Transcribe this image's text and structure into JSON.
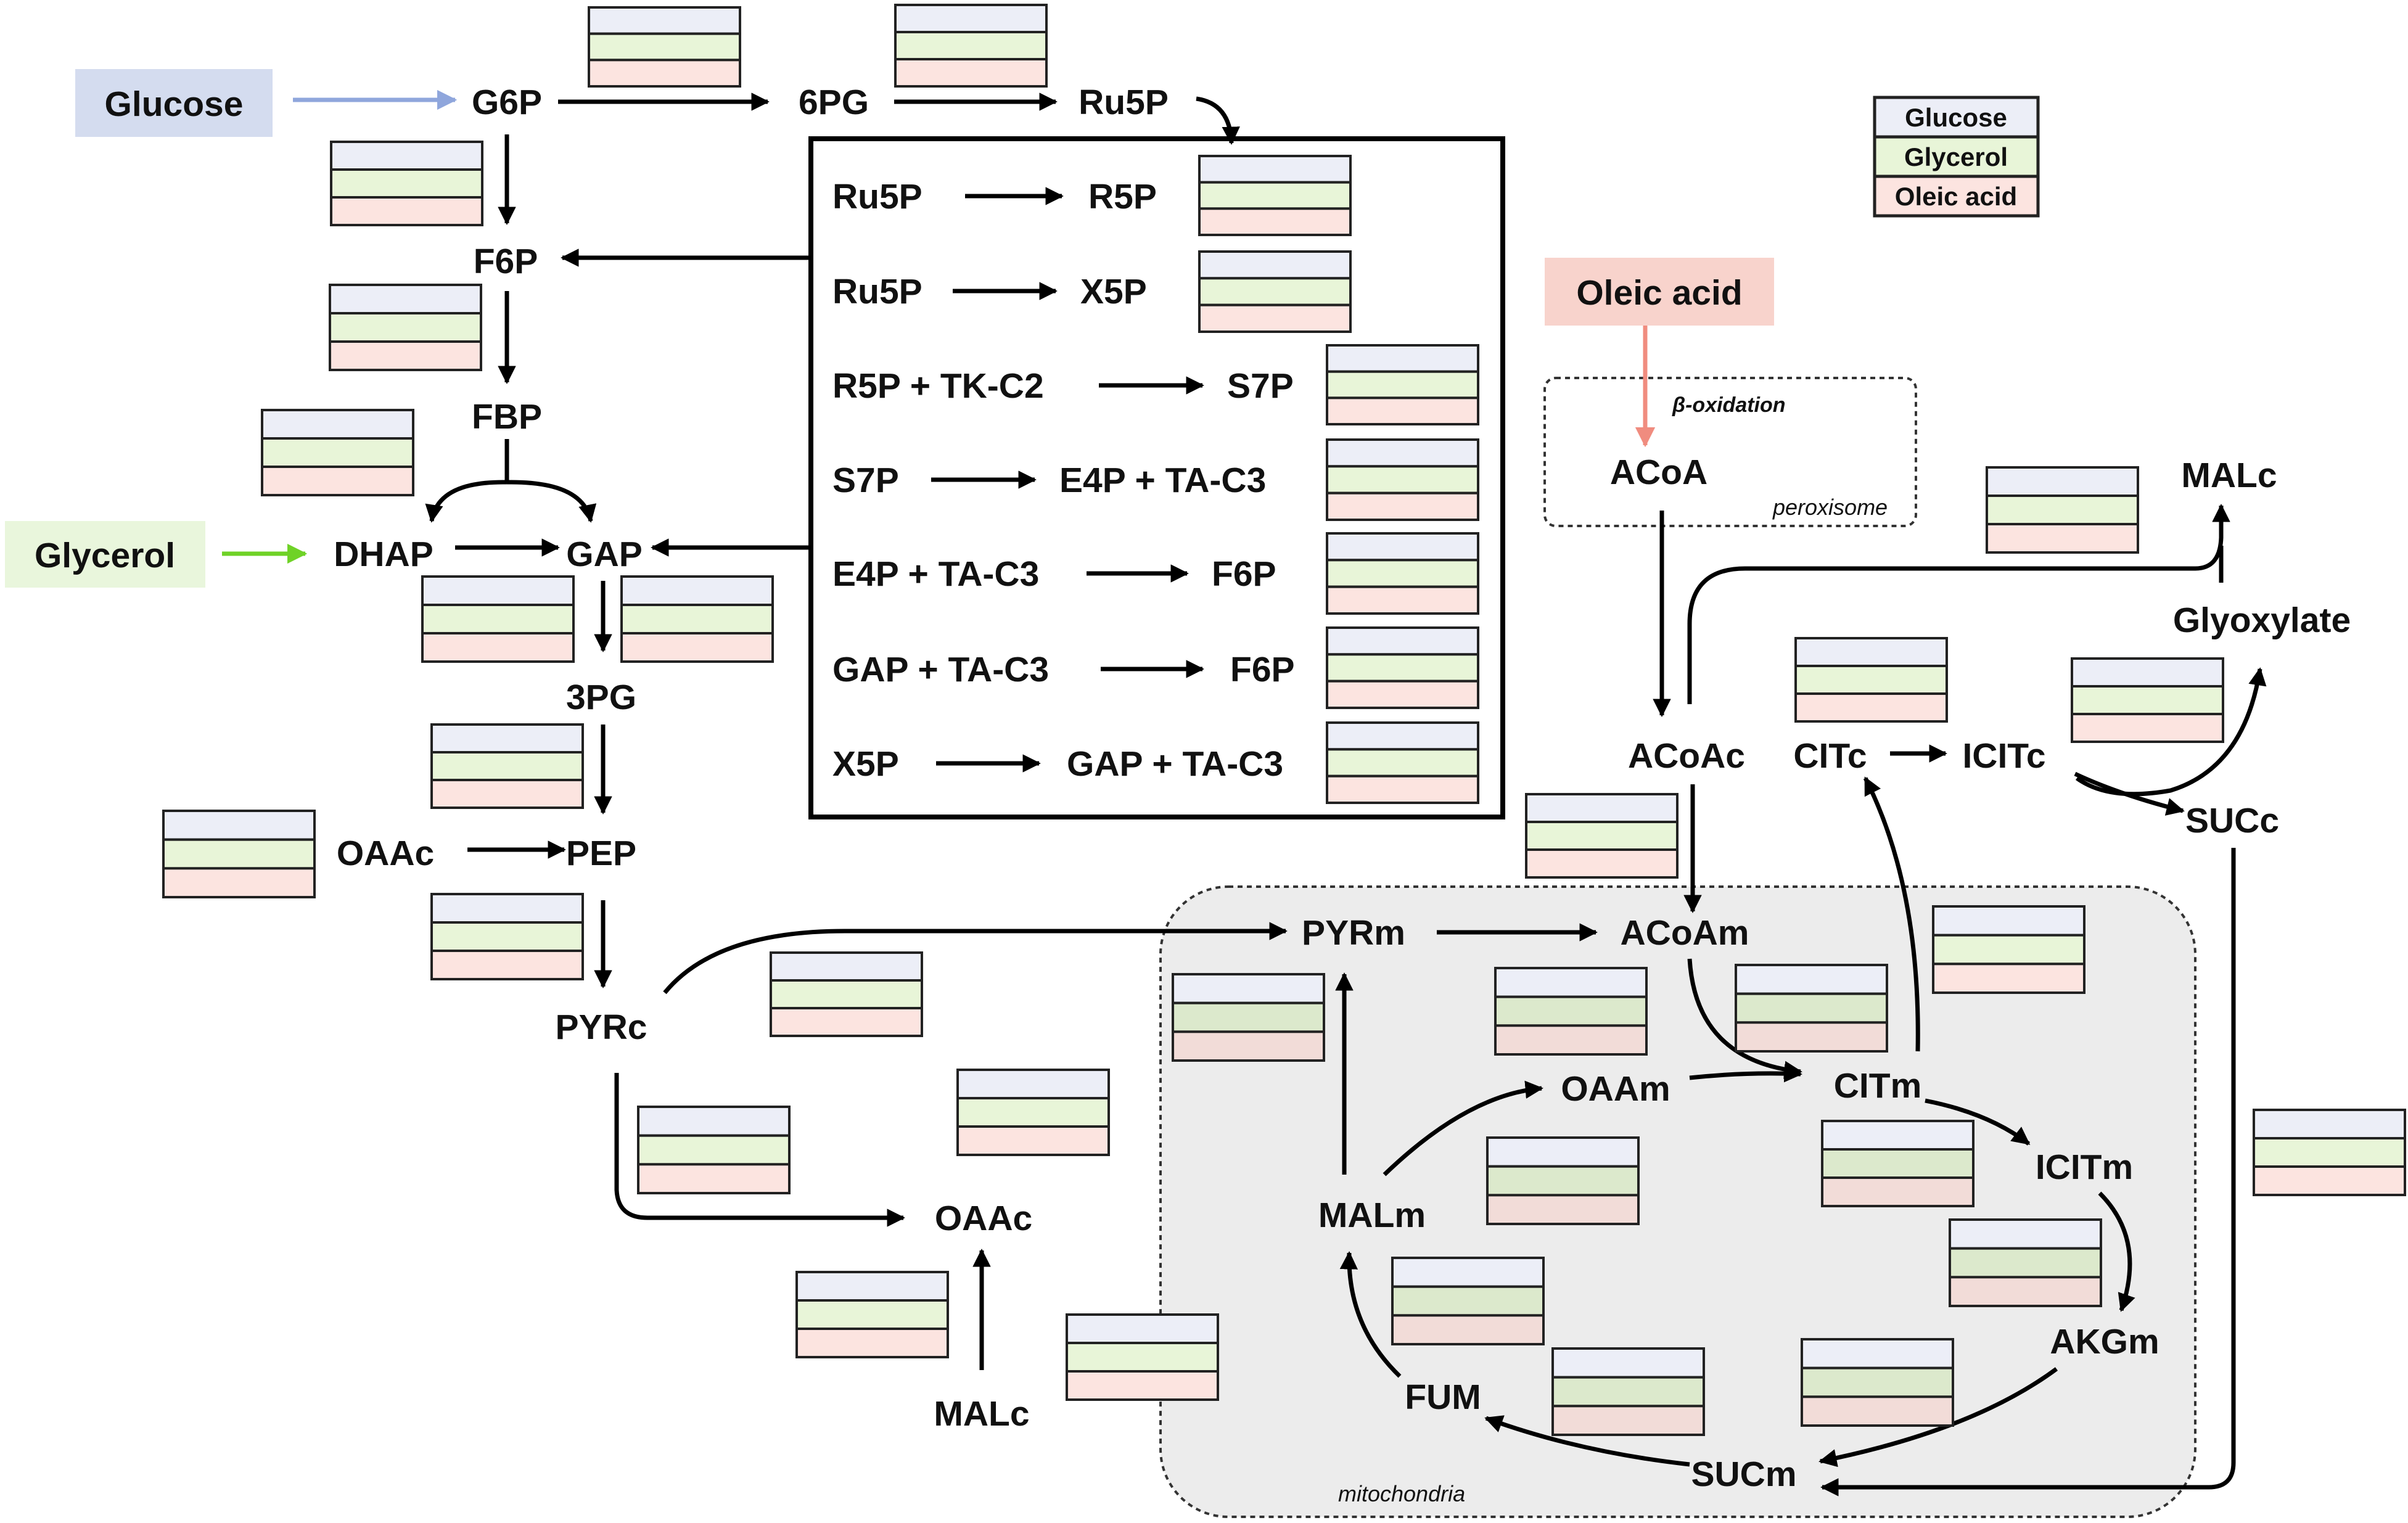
{
  "colors": {
    "glucose": "#eceef7",
    "glycerol": "#e8f5d8",
    "oleic_acid": "#fce4e0",
    "glucose_box": "#d4dcef",
    "glycerol_box": "#e9f6dc",
    "oleic_box": "#f8d3cc",
    "glucose_arrow": "#8fa6dc",
    "glycerol_arrow": "#6fd227",
    "oleic_arrow": "#f08c7f",
    "mitochondria_fill": "#ececec",
    "mito_row_glycerol": "#dce9cc",
    "mito_row_oleic": "#f2dcd8"
  },
  "substrates": {
    "glucose": "Glucose",
    "glycerol": "Glycerol",
    "oleic_acid": "Oleic acid"
  },
  "legend": [
    "Glucose",
    "Glycerol",
    "Oleic acid"
  ],
  "compartments": {
    "peroxisome": "peroxisome",
    "mitochondria": "mitochondria",
    "beta_oxidation": "β-oxidation"
  },
  "metabolites": {
    "G6P": "G6P",
    "6PG": "6PG",
    "Ru5P": "Ru5P",
    "F6P": "F6P",
    "FBP": "FBP",
    "DHAP": "DHAP",
    "GAP": "GAP",
    "3PG": "3PG",
    "OAAc_left": "OAAc",
    "PEP": "PEP",
    "PYRc": "PYRc",
    "OAAc_bottom": "OAAc",
    "MALc_bottom": "MALc",
    "ACoA": "ACoA",
    "ACoAc": "ACoAc",
    "CITc": "CITc",
    "ICITc": "ICITc",
    "SUCc": "SUCc",
    "Glyoxylate": "Glyoxylate",
    "MALc_top": "MALc",
    "PYRm": "PYRm",
    "ACoAm": "ACoAm",
    "OAAm": "OAAm",
    "CITm": "CITm",
    "ICITm": "ICITm",
    "AKGm": "AKGm",
    "SUCm": "SUCm",
    "FUM": "FUM",
    "MALm": "MALm"
  },
  "ppp_reactions": [
    {
      "left": "Ru5P",
      "right": "R5P"
    },
    {
      "left": "Ru5P",
      "right": "X5P"
    },
    {
      "left": "R5P + TK-C2",
      "right": "S7P"
    },
    {
      "left": "S7P",
      "right": "E4P + TA-C3"
    },
    {
      "left": "E4P + TA-C3",
      "right": "F6P"
    },
    {
      "left": "GAP + TA-C3",
      "right": "F6P"
    },
    {
      "left": "X5P",
      "right": "GAP + TA-C3"
    }
  ]
}
